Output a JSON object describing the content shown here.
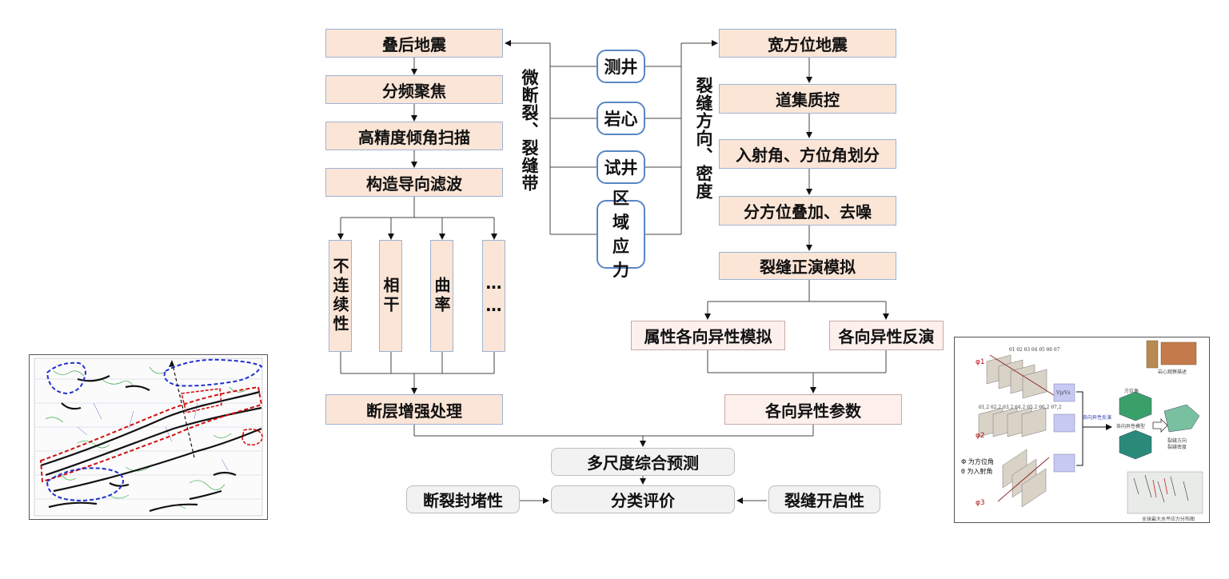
{
  "left_column": {
    "steps": [
      "叠后地震",
      "分频聚焦",
      "高精度倾角扫描",
      "构造导向滤波"
    ],
    "attributes": [
      "不连续性",
      "相干",
      "曲率",
      "……"
    ],
    "merge": "断层增强处理"
  },
  "middle": {
    "left_label": "微断裂、裂缝带",
    "right_label": "裂缝方向、密度",
    "sources": [
      "测井",
      "岩心",
      "试井",
      "区域应力"
    ]
  },
  "right_column": {
    "steps": [
      "宽方位地震",
      "道集质控",
      "入射角、方位角划分",
      "分方位叠加、去噪",
      "裂缝正演模拟"
    ],
    "branches": [
      "属性各向异性模拟",
      "各向异性反演"
    ],
    "merge": "各向异性参数"
  },
  "bottom": {
    "integrate": "多尺度综合预测",
    "evaluate": "分类评价",
    "left_input": "断裂封堵性",
    "right_input": "裂缝开启性"
  },
  "right_panel": {
    "phi1": "φ1",
    "phi2": "φ2",
    "phi3": "φ3",
    "legend_phi": "Φ 为方位角",
    "legend_theta": "θ  为入射角",
    "theta_row1": "θ1  θ2  θ3  θ4  θ5  θ6  θ7",
    "theta_row2": "θ1,2  θ2,2  θ3,2  θ4,2  θ5,2  θ6,2  θ7,2",
    "vp_label": "Vp/Vs",
    "stack_label": "各向异性反演",
    "core_caption": "岩心观察描述",
    "cube_label1": "方位角",
    "cube_label2": "各向异性模型",
    "cube_label3": "裂缝方向",
    "cube_label4": "裂缝密度",
    "map_caption": "全球最大水平应力分布图"
  },
  "colors": {
    "pink_fill": "#fbe5d6",
    "light_fill": "#fdf0ec",
    "grey_fill": "#f2f2f2",
    "pill_border": "#5b86c4",
    "red_dash": "#d01010",
    "blue_dash": "#2030d0"
  }
}
